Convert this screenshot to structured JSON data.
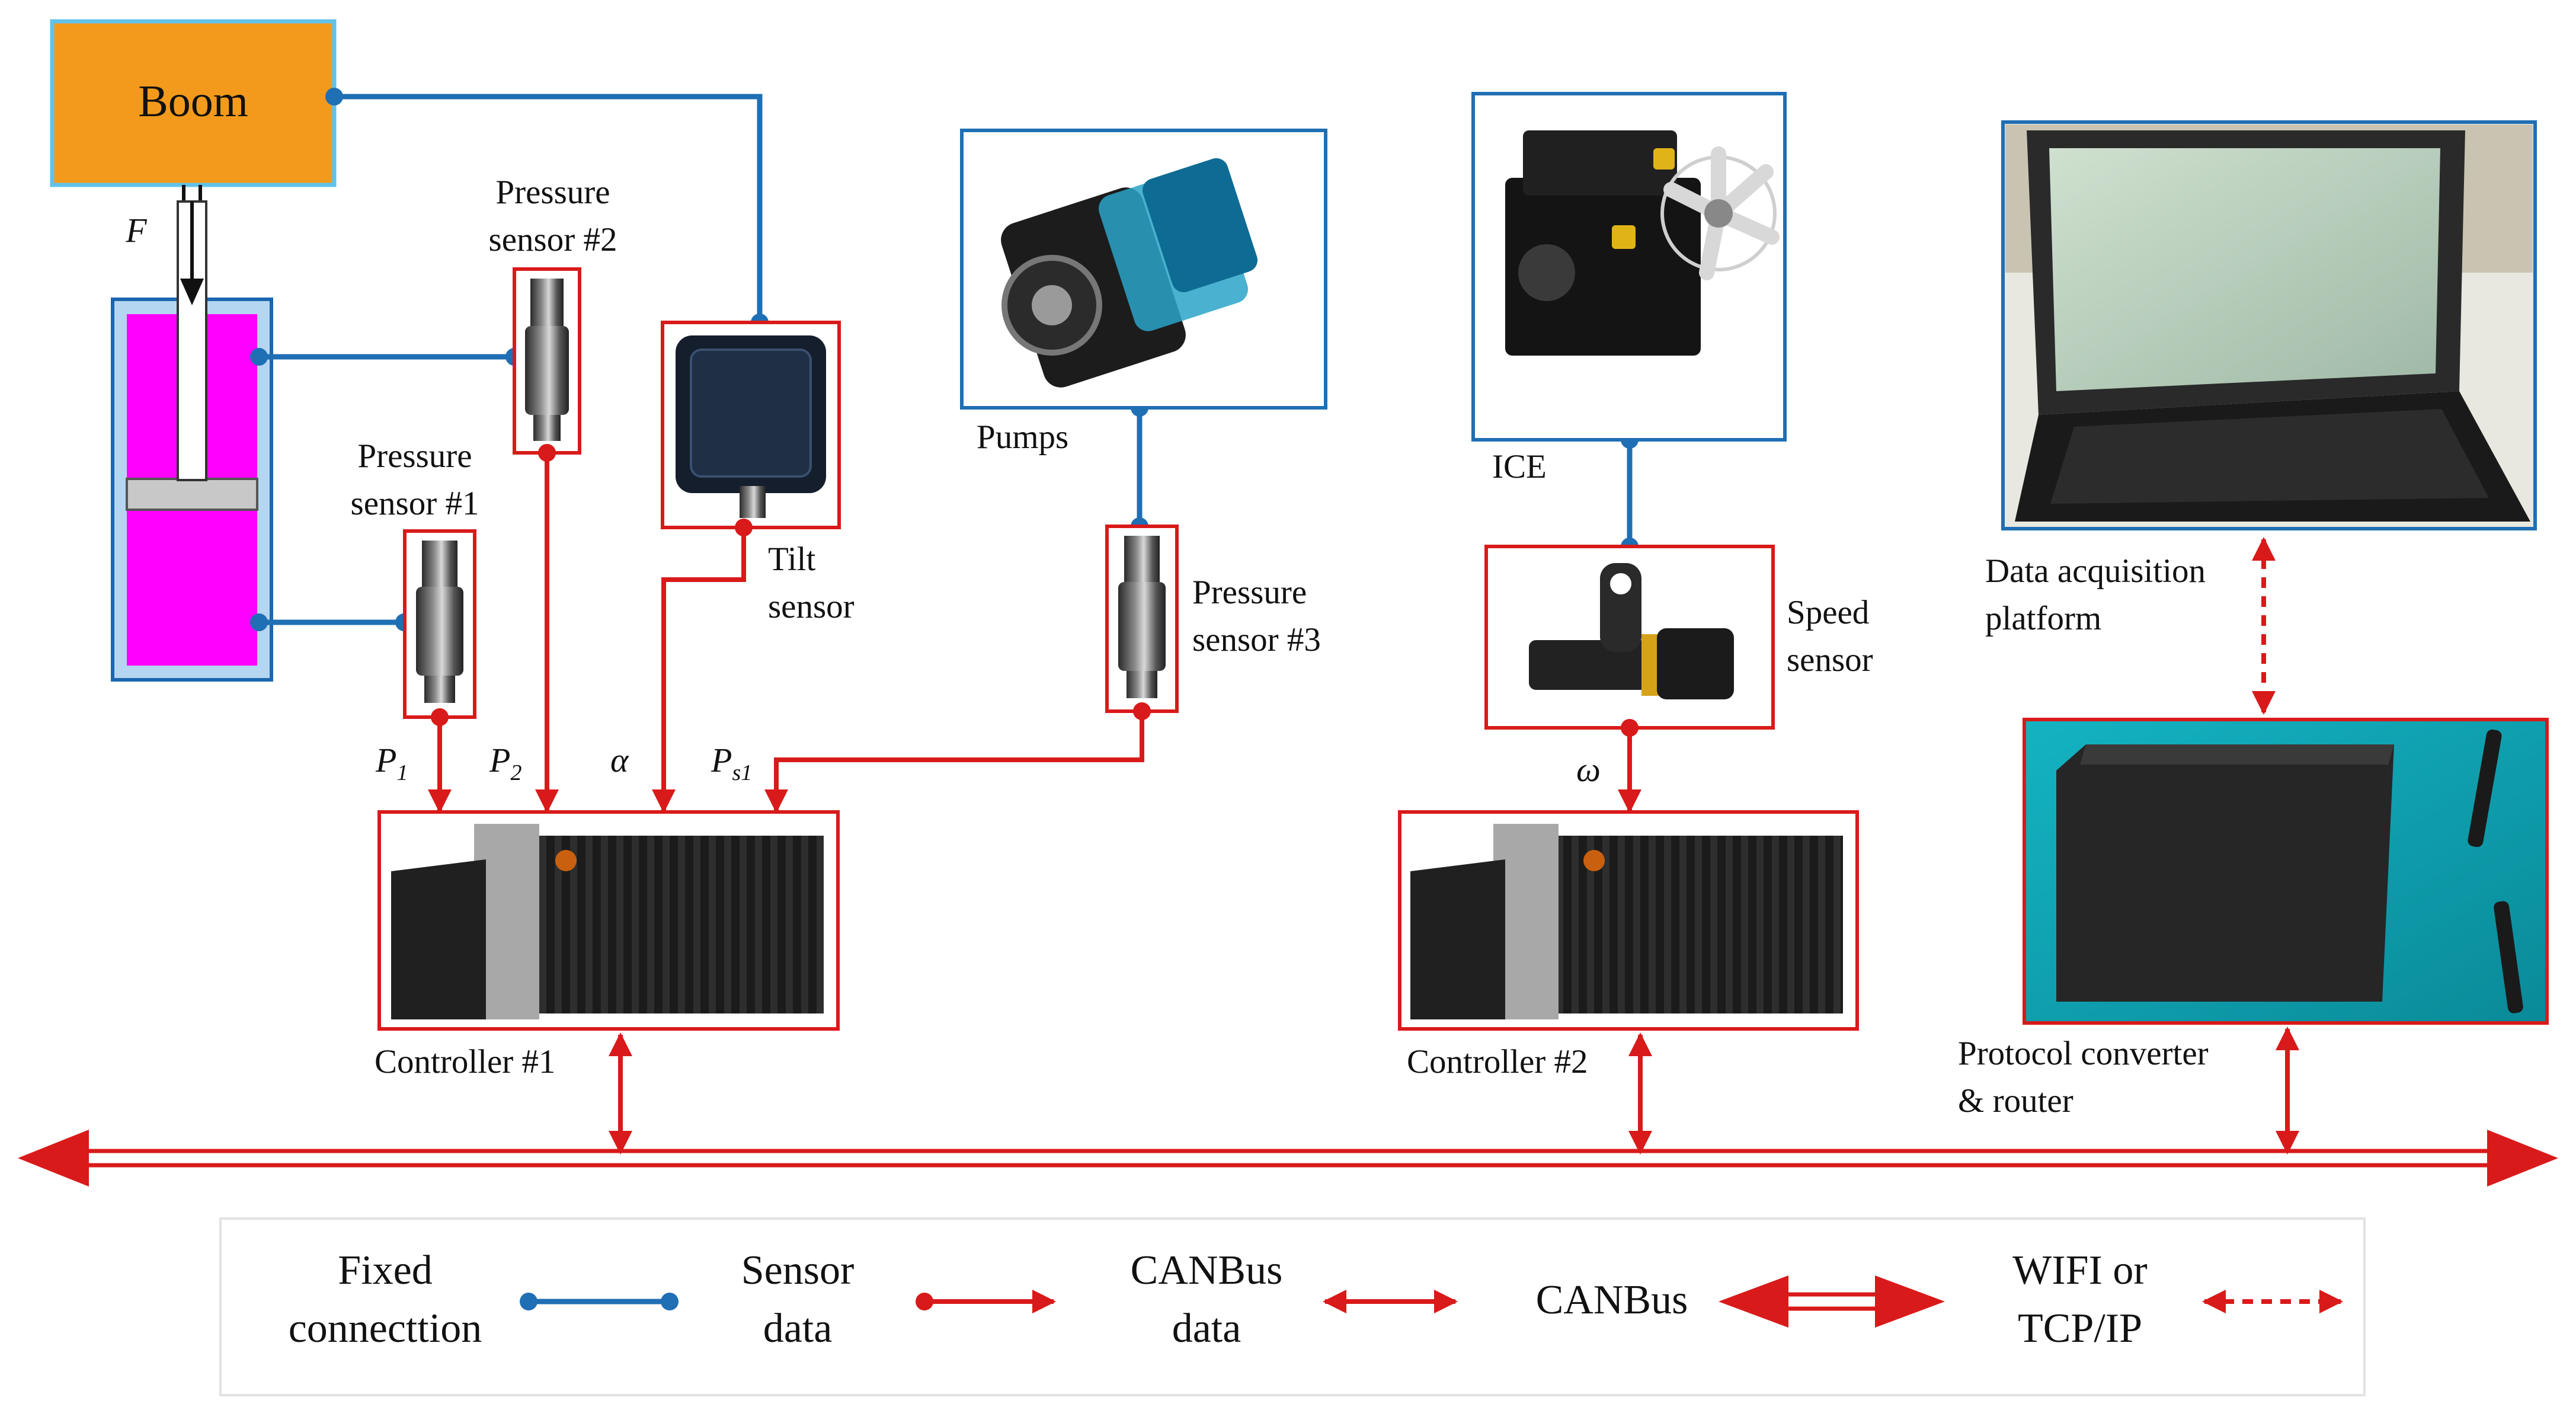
{
  "colors": {
    "fixed": "#1f6fb4",
    "sensor": "#d91a1a",
    "boom_fill": "#f39a1c",
    "boom_border": "#62c2e8",
    "cylinder_fill": "#ff00ff",
    "cylinder_border": "#1a66b0",
    "cylinder_bg": "#b5d6f0"
  },
  "boom": {
    "label": "Boom"
  },
  "force": {
    "label": "F"
  },
  "sensors": {
    "pressure2": {
      "line1": "Pressure",
      "line2": "sensor #2"
    },
    "pressure1": {
      "line1": "Pressure",
      "line2": "sensor #1"
    },
    "tilt": {
      "line1": "Tilt",
      "line2": "sensor"
    },
    "pressure3": {
      "line1": "Pressure",
      "line2": "sensor #3"
    },
    "speed": {
      "line1": "Speed",
      "line2": "sensor"
    }
  },
  "components": {
    "pumps": "Pumps",
    "ice": "ICE",
    "daq": {
      "line1": "Data acquisition",
      "line2": "platform"
    },
    "controller1": "Controller #1",
    "controller2": "Controller #2",
    "router": {
      "line1": "Protocol converter",
      "line2": "& router"
    }
  },
  "signals": {
    "p1": {
      "main": "P",
      "sub": "1"
    },
    "p2": {
      "main": "P",
      "sub": "2"
    },
    "alpha": "α",
    "ps1": {
      "main": "P",
      "sub": "s1"
    },
    "omega": "ω"
  },
  "legend": {
    "fixed": {
      "line1": "Fixed",
      "line2": "connecttion"
    },
    "sensor": {
      "line1": "Sensor",
      "line2": "data"
    },
    "canbus_data": {
      "line1": "CANBus",
      "line2": "data"
    },
    "canbus": "CANBus",
    "wifi": {
      "line1": "WIFI or",
      "line2": "TCP/IP"
    }
  }
}
